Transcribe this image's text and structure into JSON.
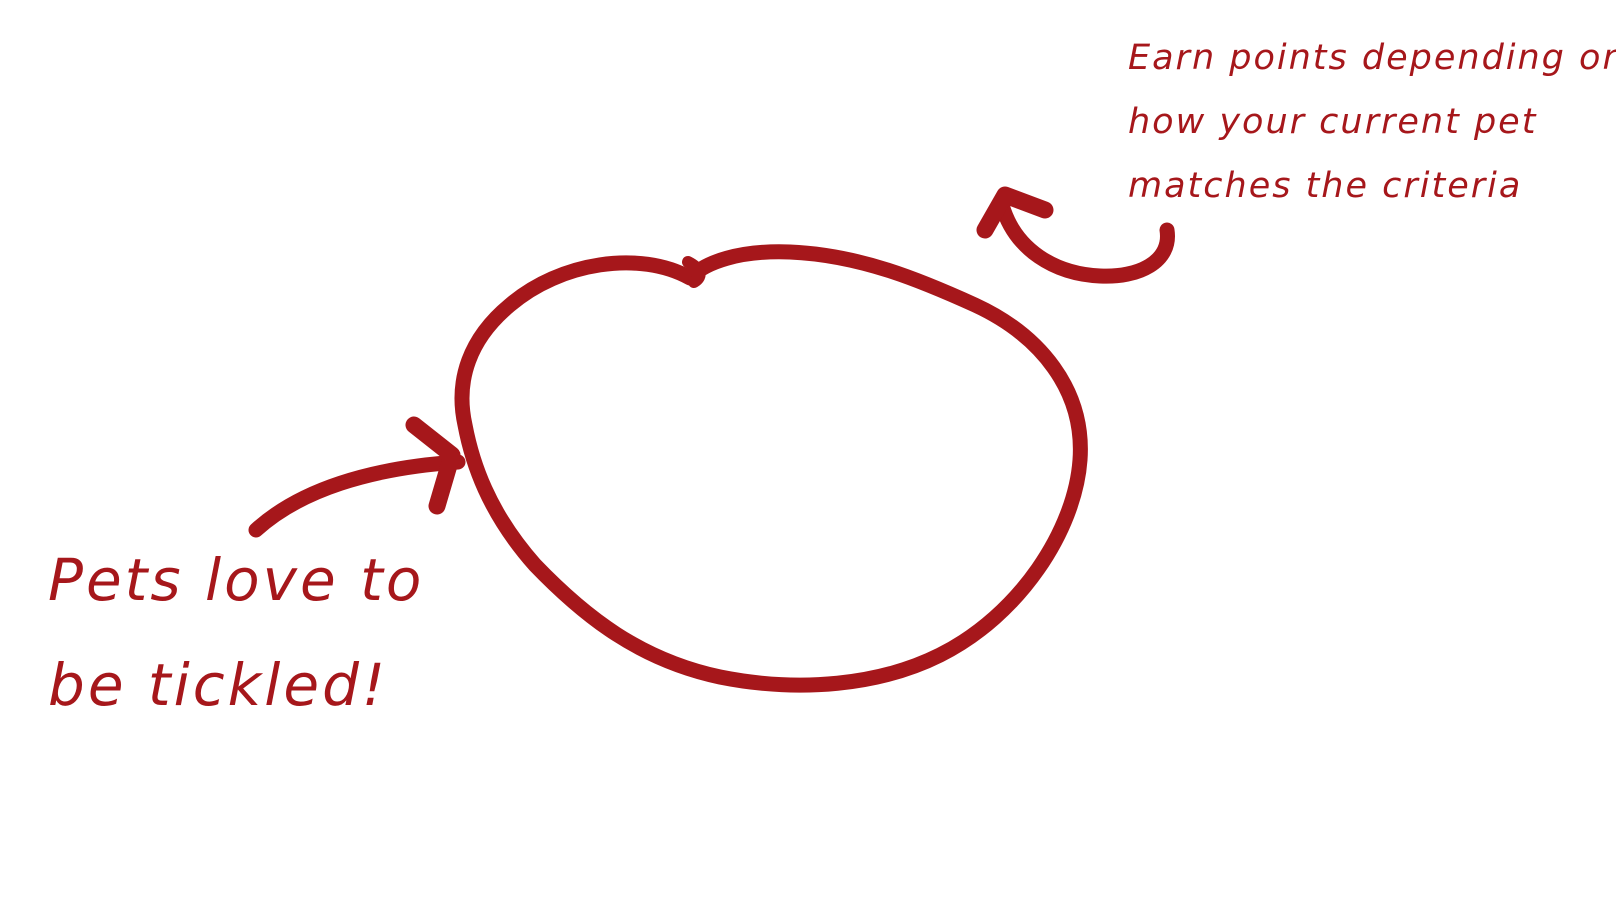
{
  "colors": {
    "ink": "#a6171b",
    "background": "#ffffff"
  },
  "annotations": {
    "points_note": {
      "lines": [
        "Earn points depending on",
        "how your current pet",
        "matches the criteria"
      ]
    },
    "tickle_note": {
      "lines": [
        "Pets love to",
        "be tickled!"
      ]
    }
  },
  "shapes": {
    "pet_area": "hand-drawn-circle",
    "tickle_arrow": "arrow-pointing-right-icon",
    "points_arrow": "curved-arrow-up-left-icon"
  }
}
